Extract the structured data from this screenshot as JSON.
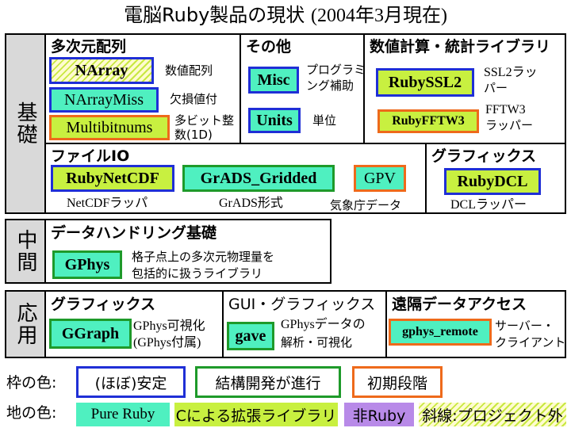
{
  "title": {
    "main": "電脳Ruby製品の現状",
    "date": "(2004年3月現在)"
  },
  "rows": {
    "basic": "基礎",
    "middle": "中間",
    "applied": "応用"
  },
  "sections": {
    "multiarray": {
      "heading": "多次元配列",
      "narray": "NArray",
      "narray_caption": "数値配列",
      "narraymiss": "NArrayMiss",
      "narraymiss_caption": "欠損値付",
      "multibit": "Multibitnums",
      "multibit_caption_1": "多ビット整",
      "multibit_caption_2": "数(1D)"
    },
    "other": {
      "heading": "その他",
      "misc": "Misc",
      "misc_caption_1": "プログラミ",
      "misc_caption_2": "ング補助",
      "units": "Units",
      "units_caption": "単位"
    },
    "numeric": {
      "heading": "数値計算・統計ライブラリ",
      "rubyssl2": "RubySSL2",
      "ssl2_caption_1": "SSL2ラッ",
      "ssl2_caption_2": "パー",
      "rubyfftw3": "RubyFFTW3",
      "fftw3_caption_1": "FFTW3",
      "fftw3_caption_2": "ラッパー"
    },
    "fileio": {
      "heading": "ファイルIO",
      "netcdf": "RubyNetCDF",
      "netcdf_caption": "NetCDFラッパ",
      "grads": "GrADS_Gridded",
      "grads_caption": "GrADS形式",
      "gpv": "GPV",
      "gpv_caption": "気象庁データ"
    },
    "graphics": {
      "heading": "グラフィックス",
      "rubydcl": "RubyDCL",
      "dcl_caption": "DCLラッパー"
    },
    "datahandling": {
      "heading": "データハンドリング基礎",
      "gphys": "GPhys",
      "gphys_caption_1": "格子点上の多次元物理量を",
      "gphys_caption_2": "包括的に扱うライブラリ"
    },
    "appgraphics": {
      "heading": "グラフィックス",
      "ggraph": "GGraph",
      "ggraph_caption_1": "GPhys可視化",
      "ggraph_caption_2": "(GPhys付属)"
    },
    "gui": {
      "heading": "GUI・グラフィックス",
      "gave": "gave",
      "gave_caption_1": "GPhysデータの",
      "gave_caption_2": "解析・可視化"
    },
    "remote": {
      "heading": "遠隔データアクセス",
      "gphys_remote": "gphys_remote",
      "remote_caption_1": "サーバー・",
      "remote_caption_2": "クライアント"
    }
  },
  "legend": {
    "frame_label": "枠の色:",
    "stable": "(ほぼ)安定",
    "developing": "結構開発が進行",
    "early": "初期段階",
    "ground_label": "地の色:",
    "pure_ruby": "Pure Ruby",
    "c_ext": "Cによる拡張ライブラリ",
    "non_ruby": "非Ruby",
    "hatched": "斜線:プロジェクト外"
  },
  "colors": {
    "frame_stable": "#1f2fd6",
    "frame_developing": "#1e9a2a",
    "frame_early": "#ee6a1b",
    "ground_pure_ruby": "#4ff0c0",
    "ground_c_extension": "#c8f040",
    "ground_non_ruby": "#b88ae8"
  }
}
